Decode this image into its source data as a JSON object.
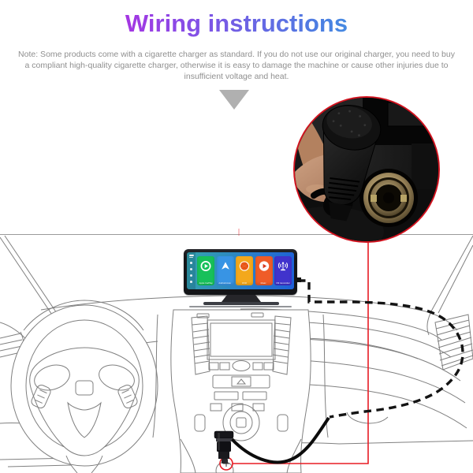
{
  "header": {
    "title": "Wiring instructions",
    "title_gradient": [
      "#cf16dd",
      "#8a4ae6",
      "#32b7e2"
    ],
    "note": "Note: Some products come with a cigarette charger as standard. If you do not use our original charger, you need to buy a compliant high-quality cigarette charger, otherwise it is easy to damage the machine or cause other injuries due to insufficient voltage and heat."
  },
  "inset": {
    "border_color": "#d2131f",
    "alt": "Hand plugging the cigarette charger into the car cigarette lighter socket"
  },
  "device_screen": {
    "tiles": [
      {
        "label": "Apple CarPlay",
        "icon": "carplay-icon",
        "color": "#17c05a"
      },
      {
        "label": "Android Auto",
        "icon": "android-auto-icon",
        "color": "#3894e4"
      },
      {
        "label": "DVR",
        "icon": "camera-shutter-icon",
        "color": "#f3a81c"
      },
      {
        "label": "Music",
        "icon": "play-icon",
        "color": "#ef5c28"
      },
      {
        "label": "FM transmitter",
        "icon": "fm-transmitter-icon",
        "color": "#4133cc"
      }
    ]
  },
  "wiring": {
    "red_route_color": "#e81c24",
    "cable_color": "#111111",
    "sketch_line_color": "#808080"
  }
}
